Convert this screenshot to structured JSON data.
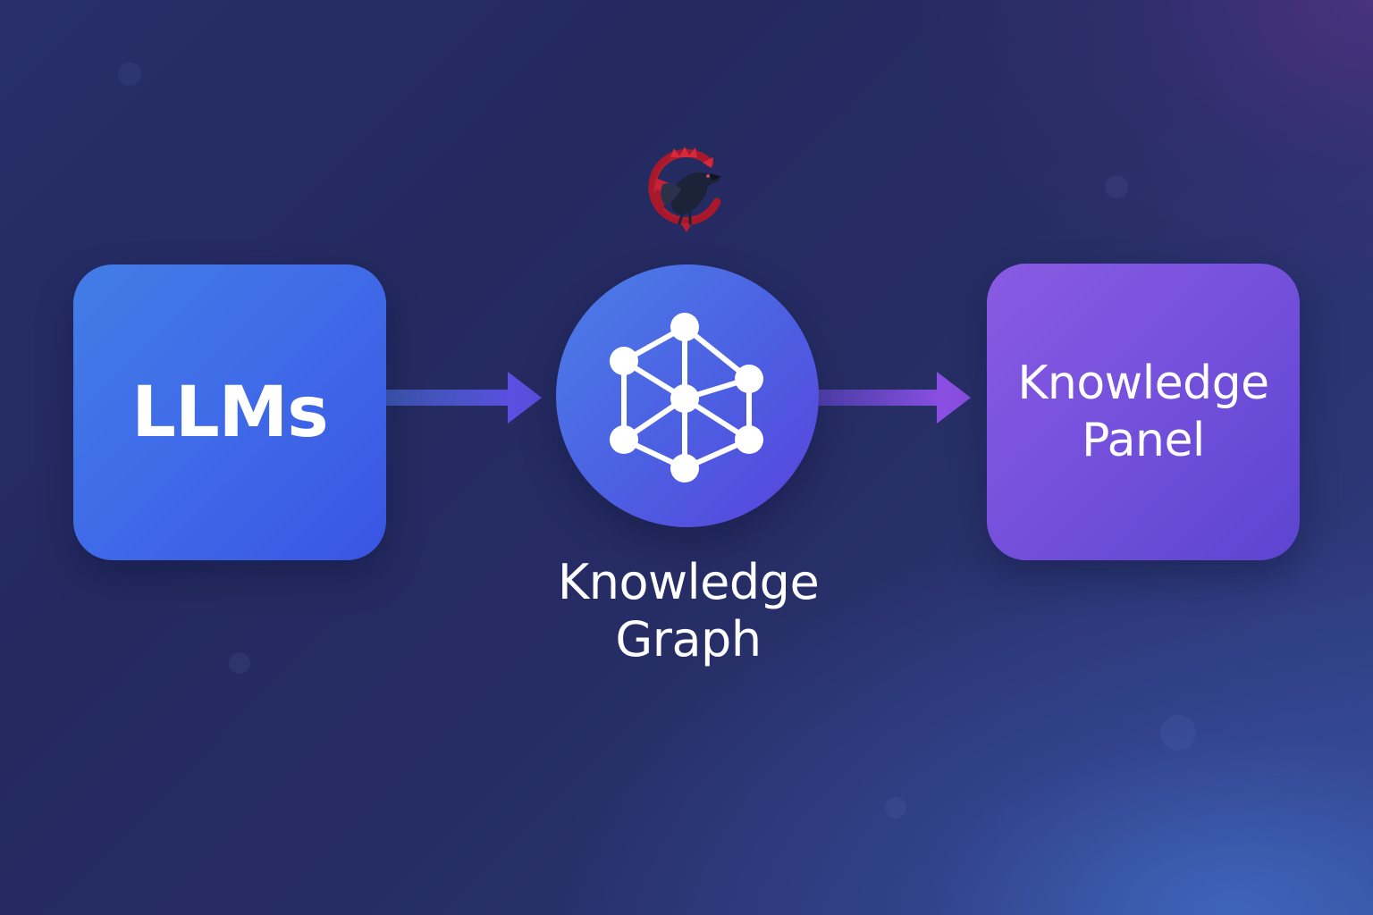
{
  "diagram": {
    "nodes": [
      {
        "id": "llms",
        "label": "LLMs"
      },
      {
        "id": "kg",
        "label_line1": "Knowledge",
        "label_line2": "Graph"
      },
      {
        "id": "panel",
        "label_line1": "Knowledge",
        "label_line2": "Panel"
      }
    ],
    "edges": [
      {
        "from": "llms",
        "to": "kg"
      },
      {
        "from": "kg",
        "to": "panel"
      }
    ],
    "icons": {
      "kg_node_icon": "network-graph-icon",
      "logo": "crow-logo-icon"
    },
    "colors": {
      "llm_box": "#3f6ae8",
      "kg_circle": "#4c5fe2",
      "panel_box": "#7450dc",
      "logo_red": "#d42a3c",
      "text": "#ffffff"
    }
  }
}
